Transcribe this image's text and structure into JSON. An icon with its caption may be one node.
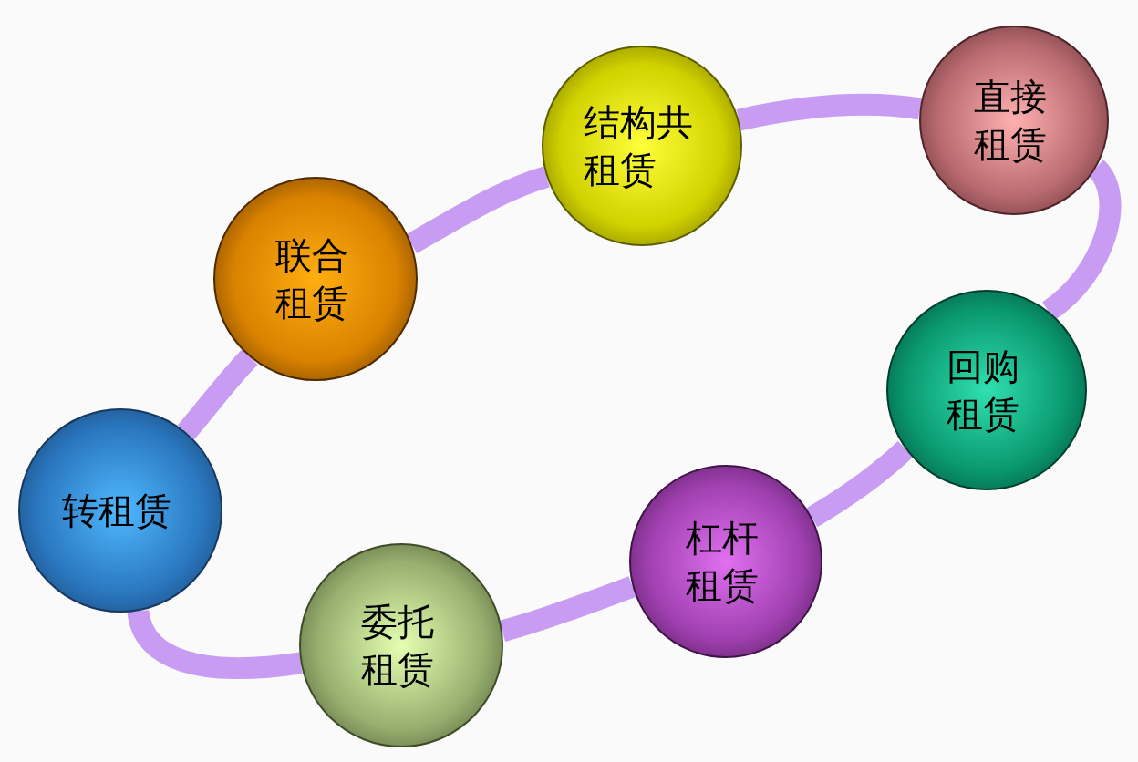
{
  "diagram": {
    "nodes": [
      {
        "text": [
          "结构共租赁"
        ]
      },
      {
        "text": [
          "直接租赁"
        ]
      },
      {
        "text": [
          "联合租赁"
        ]
      },
      {
        "text": [
          "回购租赁"
        ]
      },
      {
        "text": [
          "转租赁"
        ]
      },
      {
        "text": [
          "杠杆租赁"
        ]
      },
      {
        "text": [
          "委托租赁"
        ]
      }
    ],
    "edges": [
      {
        "from": 4,
        "to": 2,
        "arrow": "none"
      },
      {
        "from": 2,
        "to": 0,
        "arrow": "none"
      },
      {
        "from": 0,
        "to": 1,
        "arrow": "none"
      },
      {
        "from": 1,
        "to": 3,
        "arrow": "none"
      },
      {
        "from": 3,
        "to": 5,
        "arrow": "none"
      },
      {
        "from": 5,
        "to": 6,
        "arrow": "none"
      },
      {
        "from": 6,
        "to": 4,
        "arrow": "none"
      }
    ]
  }
}
